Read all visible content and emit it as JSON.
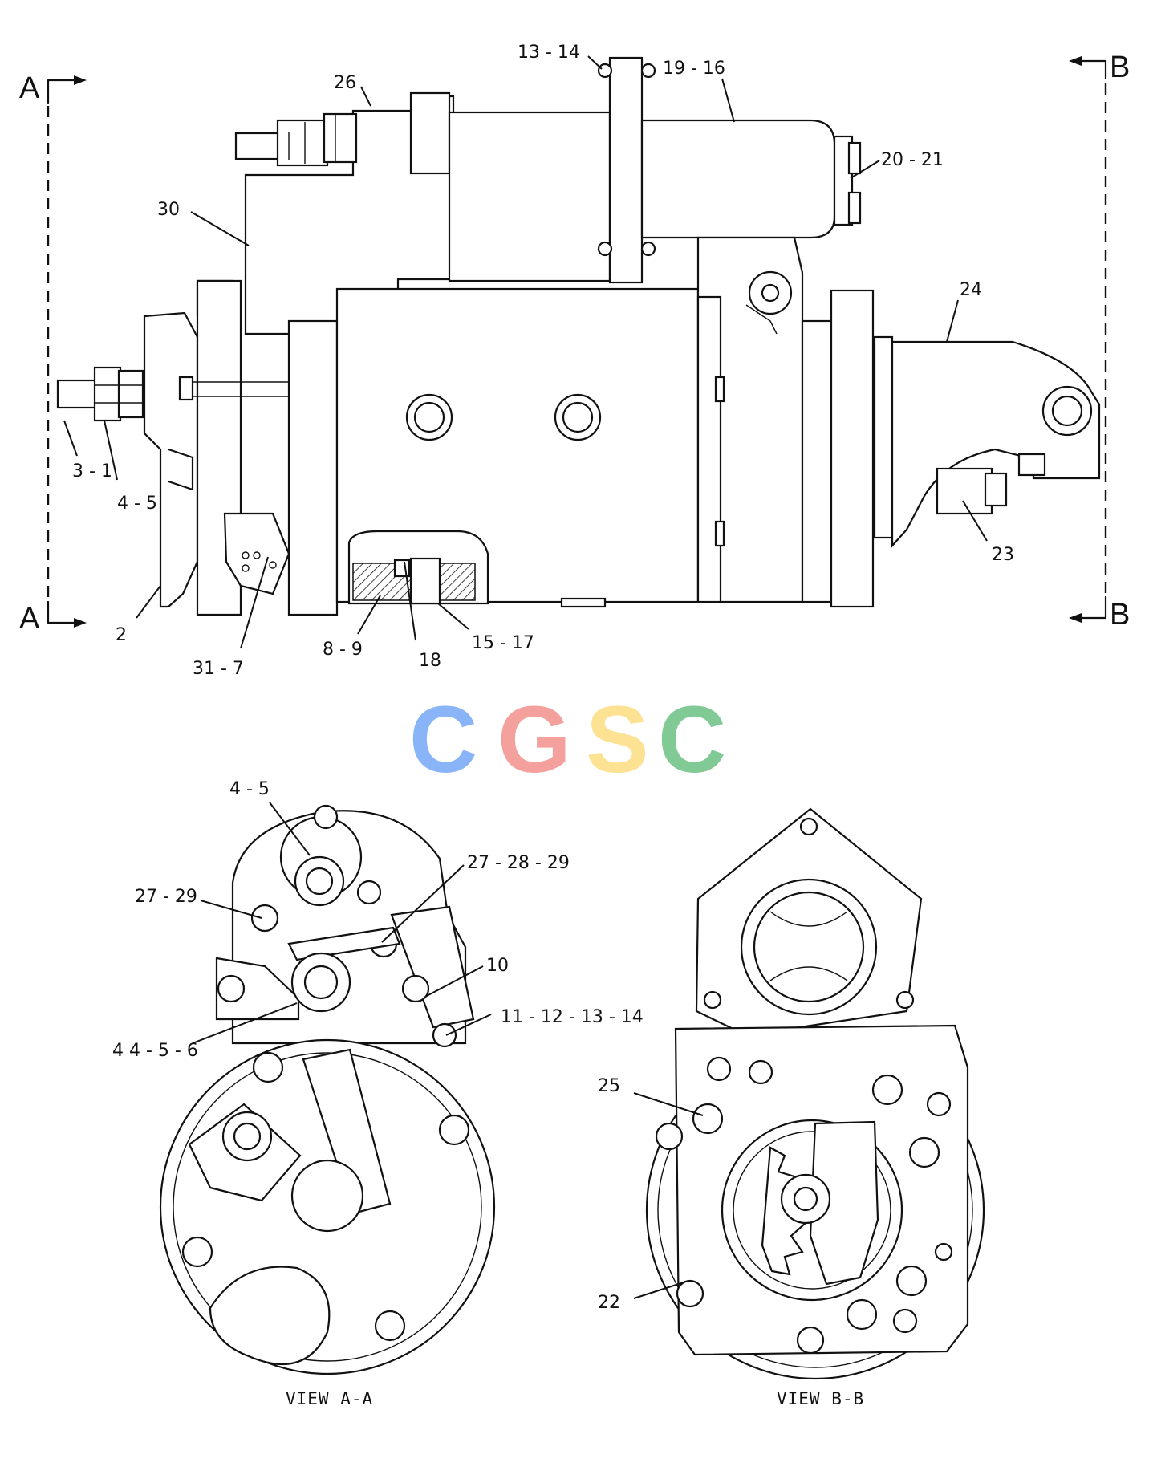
{
  "section_markers": {
    "a": "A",
    "b": "B"
  },
  "callouts": {
    "c13_14": "13 - 14",
    "c19_16": "19 - 16",
    "c26": "26",
    "c20_21": "20 - 21",
    "c30": "30",
    "c24": "24",
    "c3_1": "3 - 1",
    "c4_5": "4 - 5",
    "c23": "23",
    "c2": "2",
    "c8_9": "8 - 9",
    "c15_17": "15 - 17",
    "c18": "18",
    "c31_7": "31 - 7",
    "a_4_5": "4 - 5",
    "a_27_28_29": "27 - 28 - 29",
    "a_27_29": "27 - 29",
    "a_10": "10",
    "a_11_12_13_14": "11 - 12 - 13 - 14",
    "a_4_5_6": "4 4 - 5 - 6",
    "b_25": "25",
    "b_22": "22"
  },
  "views": {
    "a": "VIEW  A-A",
    "b": "VIEW  B-B"
  },
  "watermark": {
    "letters": [
      "C",
      "G",
      "S",
      "C"
    ],
    "colors": [
      "#8ab4f8",
      "#f4a09c",
      "#fde293",
      "#81c995"
    ]
  }
}
